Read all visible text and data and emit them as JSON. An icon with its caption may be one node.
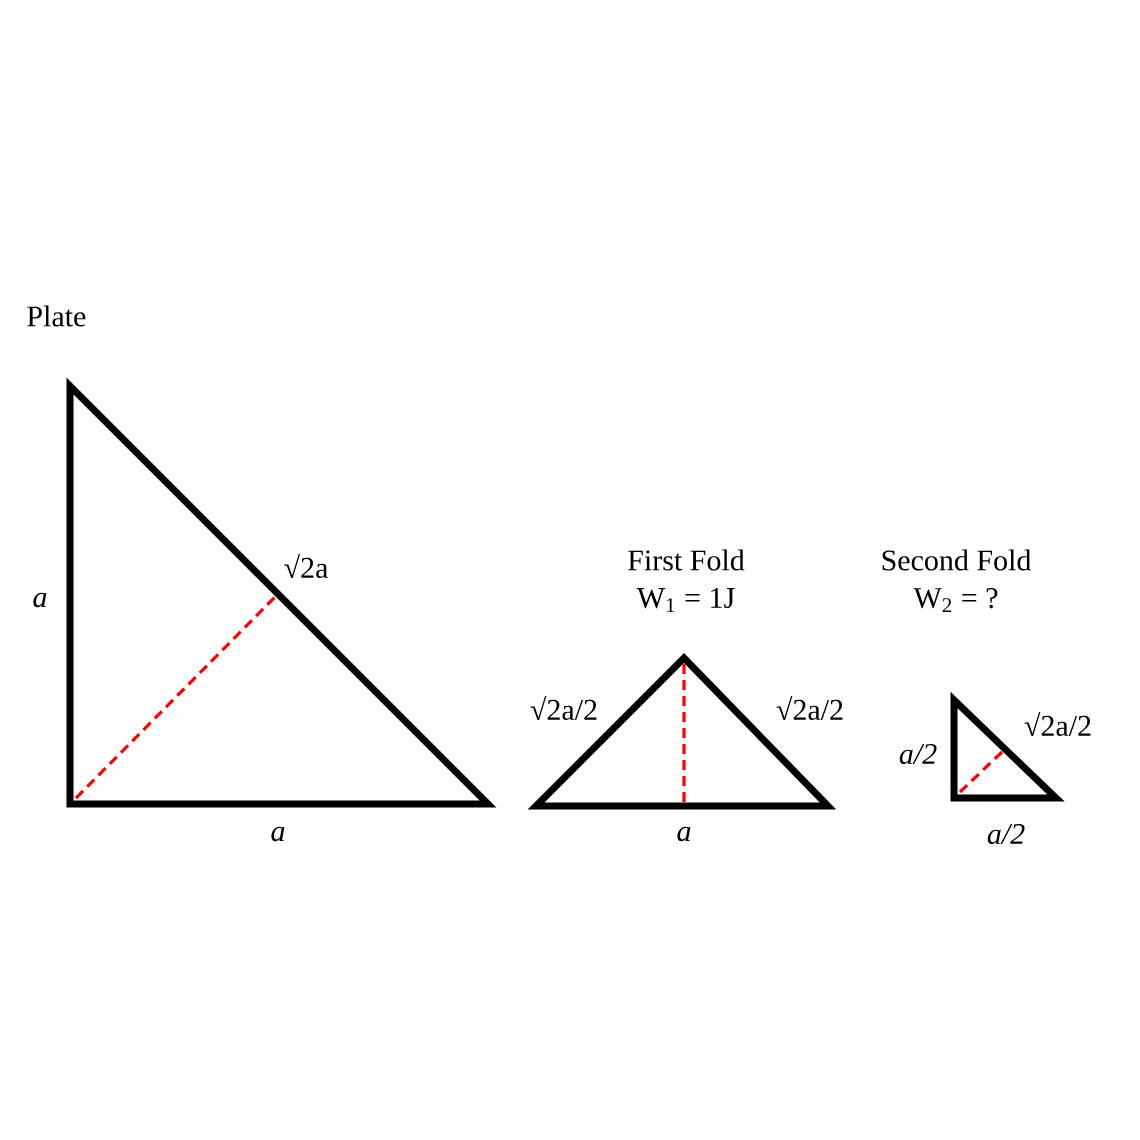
{
  "diagram": {
    "nodes": [
      {
        "text": [
          "Plate"
        ],
        "beside": [
          "a",
          "√2a",
          "a"
        ]
      },
      {
        "text": [
          "First Fold",
          "W$_{1}$ = 1J"
        ],
        "beside": [
          "√2a/2",
          "√2a/2",
          "a"
        ]
      },
      {
        "text": [
          "Second Fold",
          "W$_{2}$ = ?"
        ],
        "beside": [
          "a/2",
          "√2a/2",
          "a/2"
        ]
      }
    ]
  }
}
